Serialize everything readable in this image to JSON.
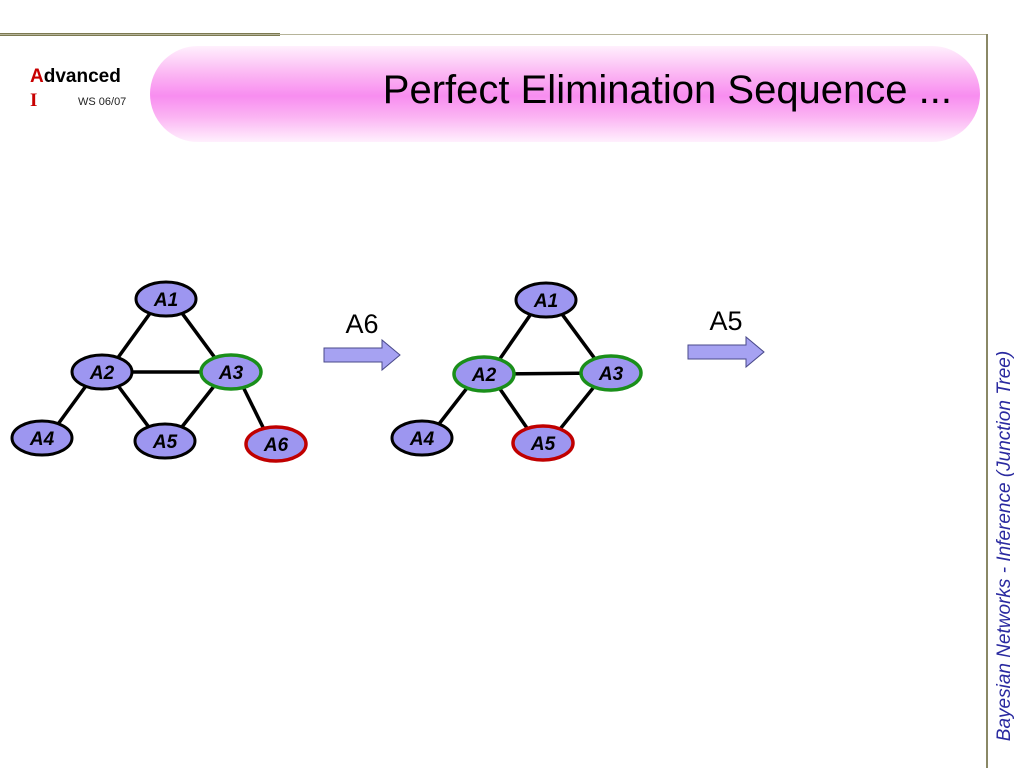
{
  "slide": {
    "title": "Perfect Elimination Sequence ...",
    "logo": {
      "first_letter": "A",
      "word1_rest": "dvanced",
      "word2": "I",
      "term": "WS 06/07"
    },
    "side_caption": "Bayesian Networks  - Inference (Junction Tree)"
  },
  "colors": {
    "node_fill": "#9d96f0",
    "node_border": "#000000",
    "highlight_green": "#1a8f1a",
    "highlight_red": "#c00000",
    "arrow_fill": "#a6a2f2",
    "title_pink": "#f88df0"
  },
  "steps": {
    "arrow1_label": "A6",
    "arrow2_label": "A5"
  },
  "graph1": {
    "nodes": [
      {
        "id": "A1",
        "label": "A1",
        "highlight": "none"
      },
      {
        "id": "A2",
        "label": "A2",
        "highlight": "none"
      },
      {
        "id": "A3",
        "label": "A3",
        "highlight": "green"
      },
      {
        "id": "A4",
        "label": "A4",
        "highlight": "none"
      },
      {
        "id": "A5",
        "label": "A5",
        "highlight": "none"
      },
      {
        "id": "A6",
        "label": "A6",
        "highlight": "red"
      }
    ],
    "edges": [
      [
        "A1",
        "A2"
      ],
      [
        "A1",
        "A3"
      ],
      [
        "A2",
        "A3"
      ],
      [
        "A2",
        "A4"
      ],
      [
        "A2",
        "A5"
      ],
      [
        "A3",
        "A5"
      ],
      [
        "A3",
        "A6"
      ]
    ]
  },
  "graph2": {
    "nodes": [
      {
        "id": "A1",
        "label": "A1",
        "highlight": "none"
      },
      {
        "id": "A2",
        "label": "A2",
        "highlight": "green"
      },
      {
        "id": "A3",
        "label": "A3",
        "highlight": "green"
      },
      {
        "id": "A4",
        "label": "A4",
        "highlight": "none"
      },
      {
        "id": "A5",
        "label": "A5",
        "highlight": "red"
      }
    ],
    "edges": [
      [
        "A1",
        "A2"
      ],
      [
        "A1",
        "A3"
      ],
      [
        "A2",
        "A3"
      ],
      [
        "A2",
        "A4"
      ],
      [
        "A2",
        "A5"
      ],
      [
        "A3",
        "A5"
      ]
    ]
  }
}
